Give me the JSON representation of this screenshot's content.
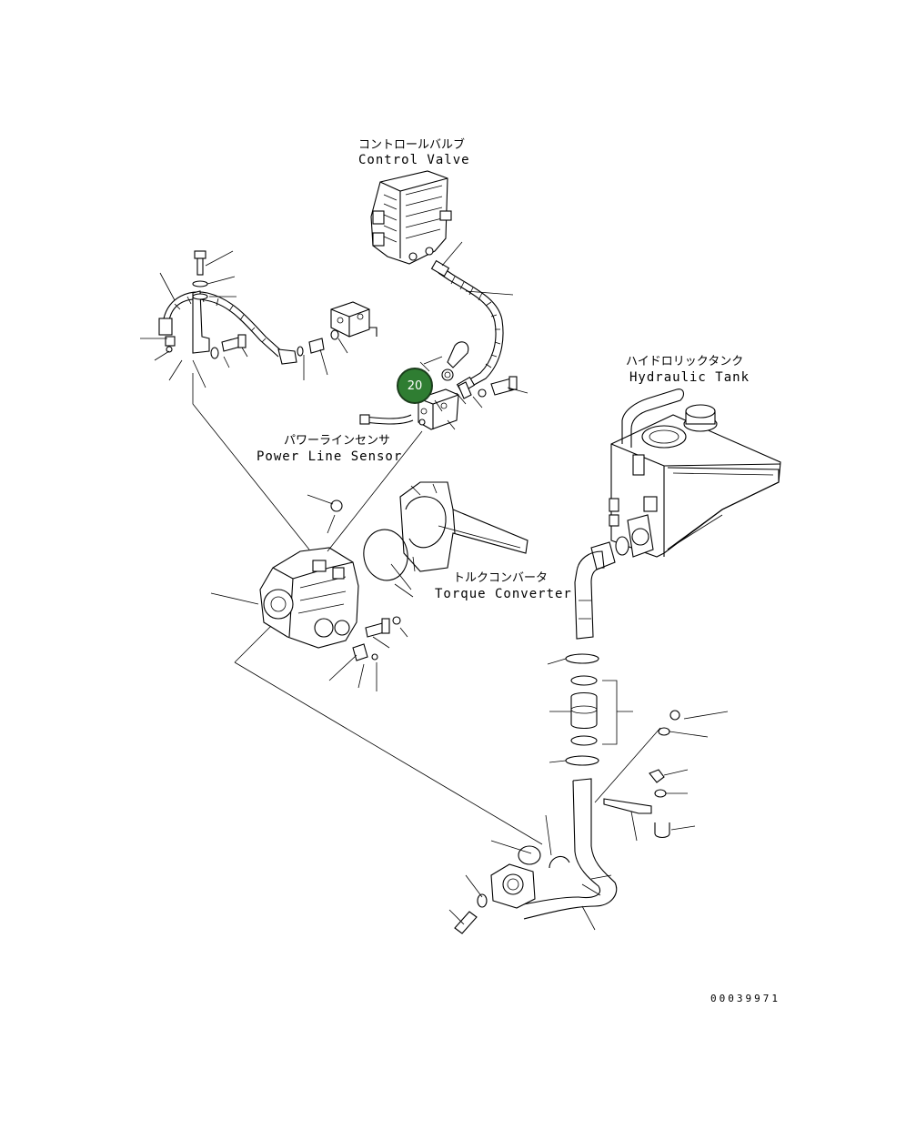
{
  "labels": {
    "control_valve_jp": "コントロールバルブ",
    "control_valve_en": "Control Valve",
    "hydraulic_tank_jp": "ハイドロリックタンク",
    "hydraulic_tank_en": "Hydraulic Tank",
    "power_line_sensor_jp": "パワーラインセンサ",
    "power_line_sensor_en": "Power Line Sensor",
    "torque_converter_jp": "トルクコンバータ",
    "torque_converter_en": "Torque Converter"
  },
  "callout": {
    "number": "20",
    "color": "#2f7d32"
  },
  "part_number": "00039971"
}
